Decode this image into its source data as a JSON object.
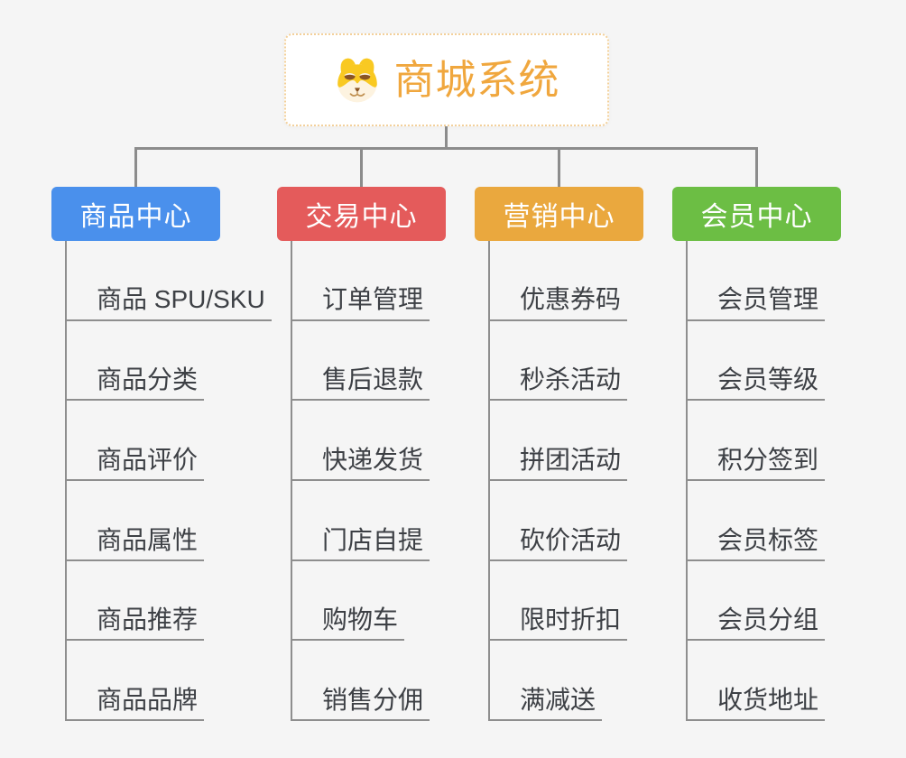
{
  "page": {
    "background": "#f5f5f5",
    "connector_color": "#8c8c8c",
    "thin_line_color": "#8e8e8e"
  },
  "root": {
    "title": "商城系统",
    "icon": "dog-face-icon",
    "title_color": "#f0a73e",
    "border_color": "#f3d09a"
  },
  "branches": [
    {
      "label": "商品中心",
      "color": "#4a90ec",
      "items": [
        "商品 SPU/SKU",
        "商品分类",
        "商品评价",
        "商品属性",
        "商品推荐",
        "商品品牌"
      ]
    },
    {
      "label": "交易中心",
      "color": "#e45b5b",
      "items": [
        "订单管理",
        "售后退款",
        "快递发货",
        "门店自提",
        "购物车",
        "销售分佣"
      ]
    },
    {
      "label": "营销中心",
      "color": "#eaa83e",
      "items": [
        "优惠券码",
        "秒杀活动",
        "拼团活动",
        "砍价活动",
        "限时折扣",
        "满减送"
      ]
    },
    {
      "label": "会员中心",
      "color": "#6cbe44",
      "items": [
        "会员管理",
        "会员等级",
        "积分签到",
        "会员标签",
        "会员分组",
        "收货地址"
      ]
    }
  ]
}
